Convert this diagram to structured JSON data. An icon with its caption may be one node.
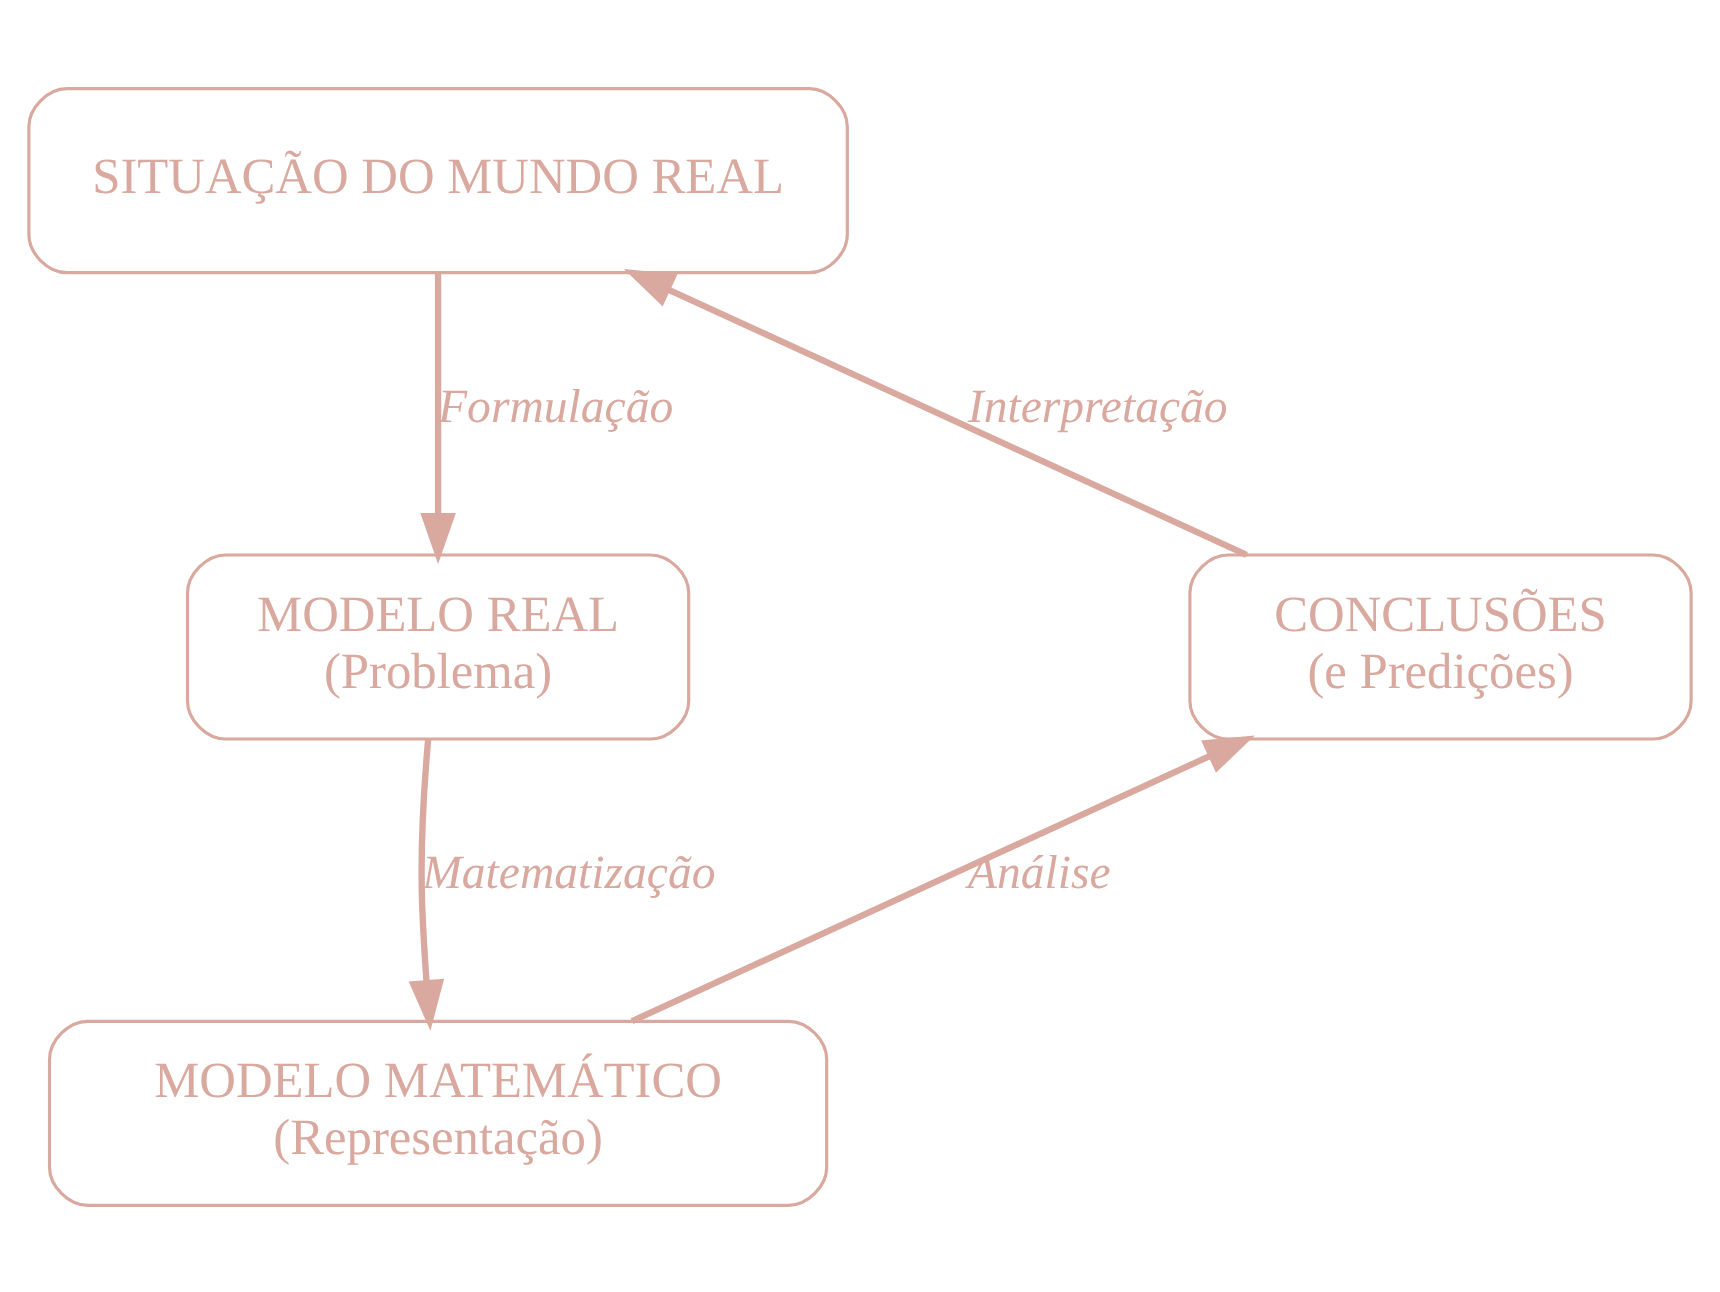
{
  "diagram": {
    "nodes": [
      {
        "text": [
          "SITUAÇÃO DO MUNDO REAL"
        ]
      },
      {
        "text": [
          "MODELO REAL",
          "(Problema)"
        ]
      },
      {
        "text": [
          "CONCLUSÕES",
          "(e Predições)"
        ]
      },
      {
        "text": [
          "MODELO MATEMÁTICO",
          "(Representação)"
        ]
      }
    ],
    "edges": [
      {
        "from": 0,
        "to": 1,
        "arrow": "to",
        "label": "Formulação"
      },
      {
        "from": 1,
        "to": 3,
        "arrow": "to",
        "label": "Matematização"
      },
      {
        "from": 3,
        "to": 2,
        "arrow": "to",
        "label": "Análise"
      },
      {
        "from": 2,
        "to": 0,
        "arrow": "to",
        "label": "Interpretação"
      }
    ]
  }
}
